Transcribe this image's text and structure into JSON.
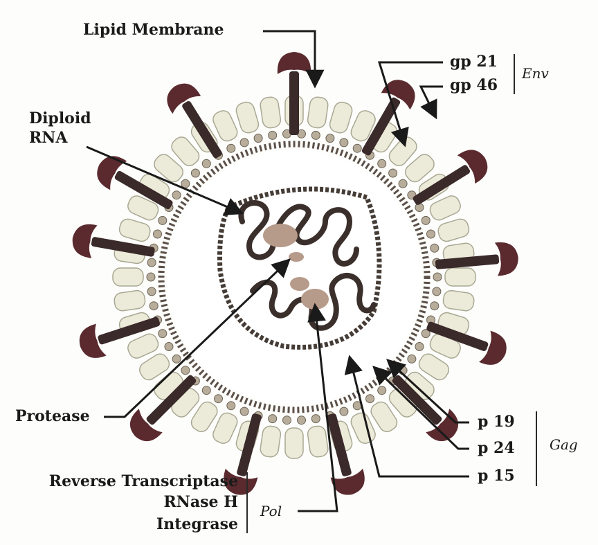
{
  "labels": {
    "lipid_membrane": "Lipid Membrane",
    "diploid_rna_line1": "Diploid",
    "diploid_rna_line2": "RNA",
    "gp21": "gp 21",
    "gp46": "gp 46",
    "env": "Env",
    "protease": "Protease",
    "p19": "p 19",
    "p24": "p 24",
    "p15": "p 15",
    "gag": "Gag",
    "reverse_transcriptase": "Reverse Transcriptase",
    "rnase_h": "RNase H",
    "integrase": "Integrase",
    "pol": "Pol"
  },
  "colors": {
    "cap": "#5a2a2e",
    "stalk": "#3a2a2a",
    "lipid": "#ecead8",
    "lipid_edge": "#a9a894",
    "matrix": "#5b5048",
    "capsid": "#453c36",
    "rna": "#3b2f2c",
    "enzyme": "#b69a8a",
    "ink": "#1a1a1a"
  }
}
